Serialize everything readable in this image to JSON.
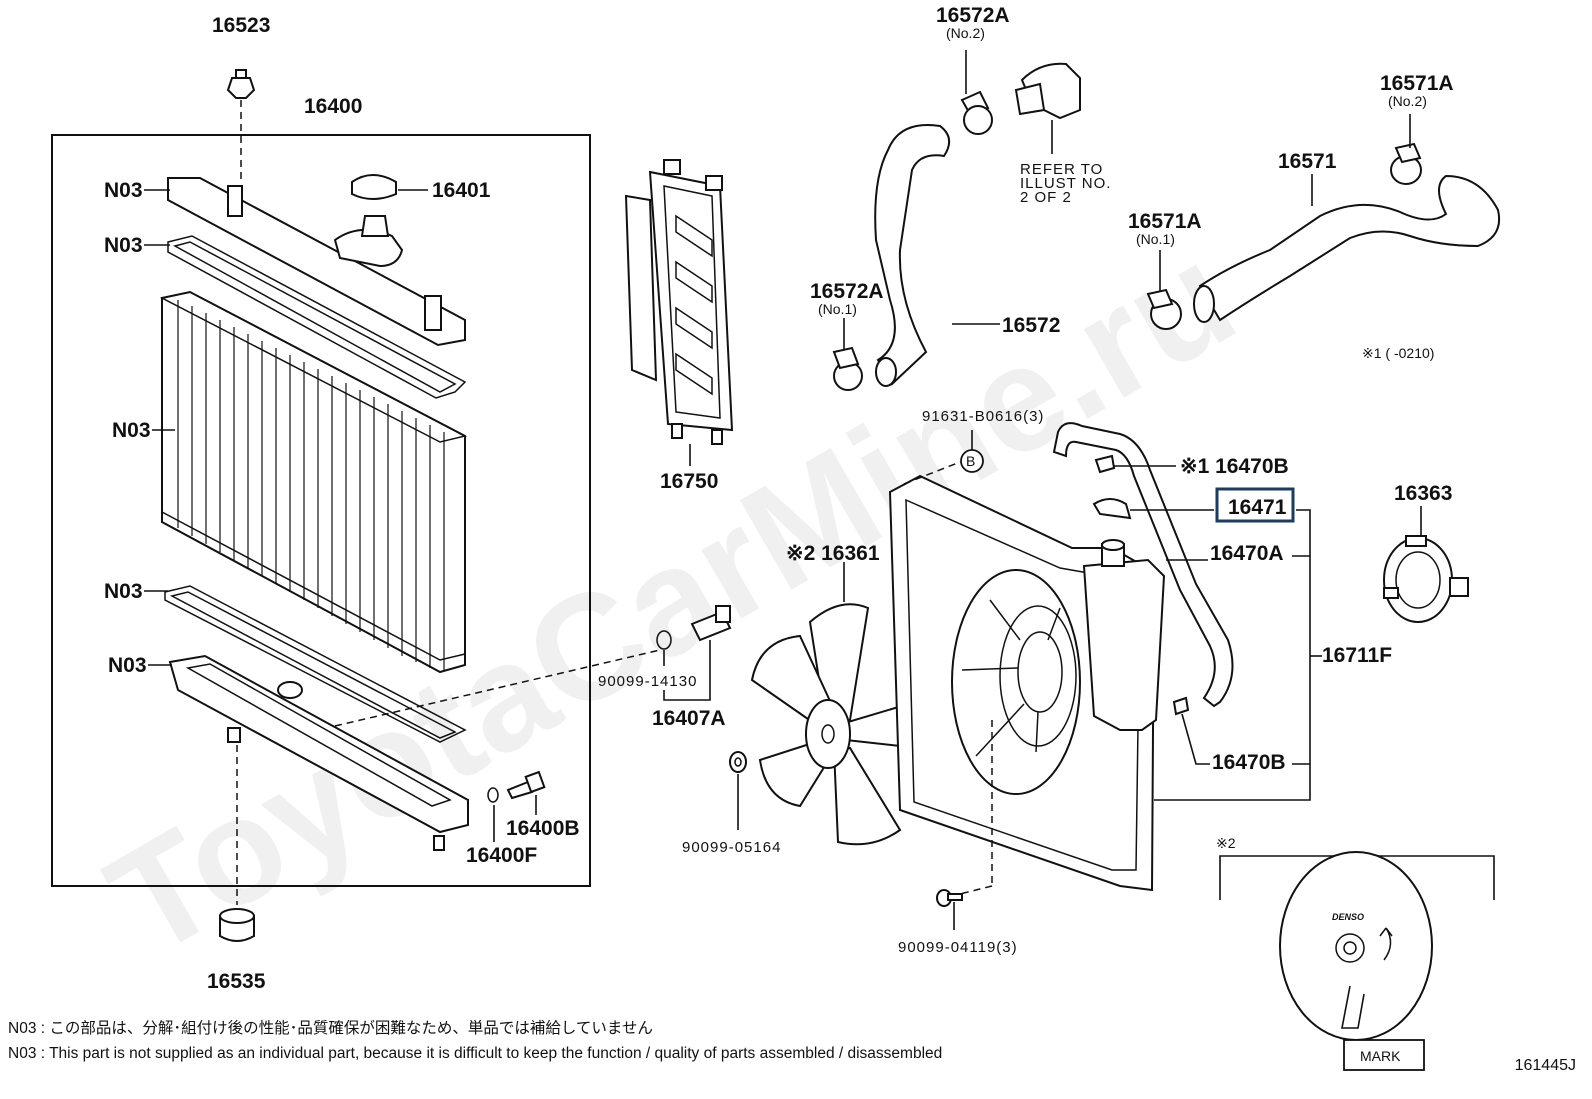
{
  "diagram": {
    "labels": {
      "l16523": "16523",
      "l16400": "16400",
      "l16401": "16401",
      "n03_a": "N03",
      "n03_b": "N03",
      "n03_c": "N03",
      "n03_d": "N03",
      "n03_e": "N03",
      "l16750": "16750",
      "l16572A_top": "16572A",
      "no2_a": "(No.2)",
      "l16572A_left": "16572A",
      "no1_a": "(No.1)",
      "l16572": "16572",
      "refer1": "REFER TO",
      "refer2": "ILLUST NO.",
      "refer3": "2 OF 2",
      "l16571A_top": "16571A",
      "no2_b": "(No.2)",
      "l16571": "16571",
      "l16571A_mid": "16571A",
      "no1_b": "(No.1)",
      "range_note": "※1 (       -0210)",
      "l91631": "91631-B0616(3)",
      "circle_b": "B",
      "l16470B_top": "※1 16470B",
      "l16471": "16471",
      "l16470A": "16470A",
      "l16711F": "16711F",
      "l16470B_bot": "16470B",
      "l16363": "16363",
      "l16361": "※2 16361",
      "l90099_14130": "90099-14130",
      "l16407A": "16407A",
      "l90099_05164": "90099-05164",
      "l16400B": "16400B",
      "l16400F": "16400F",
      "l16535": "16535",
      "l90099_04119": "90099-04119(3)",
      "box2": "※2",
      "denso": "DENSO",
      "mark": "MARK"
    },
    "watermark": "ToyotaCarMine.ru",
    "highlight_color": "#1f3c5a"
  },
  "notes": {
    "jp": "N03 : この部品は、分解･組付け後の性能･品質確保が困難なため、単品では補給していません",
    "en": "N03 : This part is not supplied as an individual part, because it is difficult to keep the function / quality of parts assembled / disassembled"
  },
  "doc_id": "161445J"
}
